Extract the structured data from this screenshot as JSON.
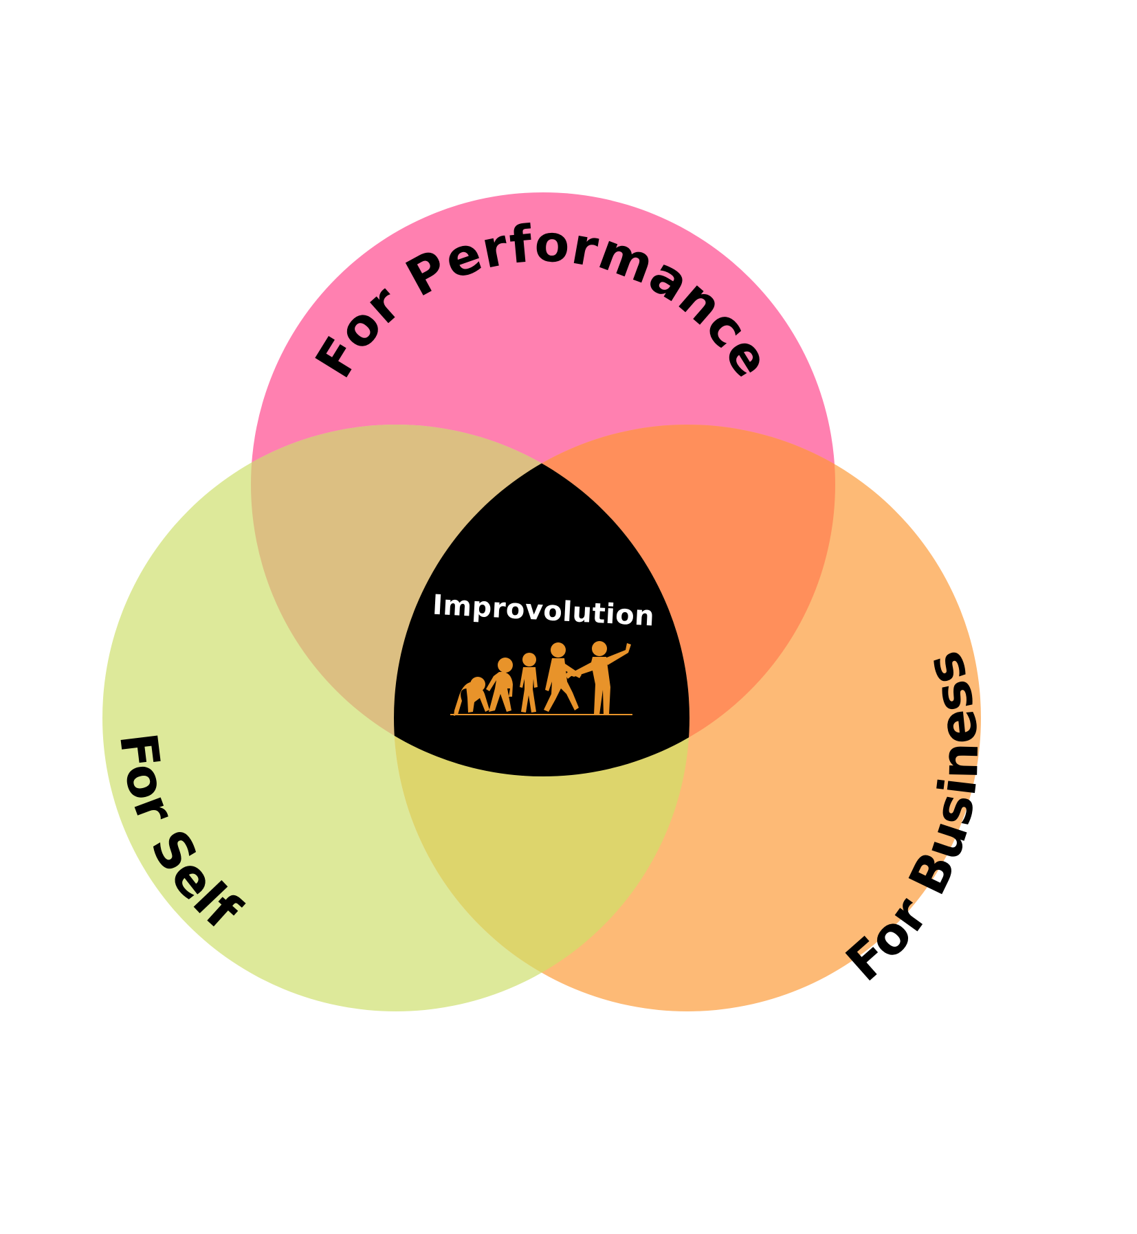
{
  "diagram": {
    "type": "venn",
    "sets": [
      {
        "id": "performance",
        "label": "For Performance",
        "color": "#ff80b0"
      },
      {
        "id": "self",
        "label": "For Self",
        "color": "#dde99a"
      },
      {
        "id": "business",
        "label": "For Business",
        "color": "#fdba76"
      }
    ],
    "overlaps": [
      {
        "sets": [
          "performance",
          "self"
        ],
        "color": "#dcbf82"
      },
      {
        "sets": [
          "performance",
          "business"
        ],
        "color": "#ff8f5b"
      },
      {
        "sets": [
          "self",
          "business"
        ],
        "color": "#ddd56c"
      }
    ],
    "center": {
      "label": "Improvolution",
      "background": "#000000",
      "icon": "evolution-silhouettes-icon",
      "icon_color": "#e8932a"
    }
  }
}
